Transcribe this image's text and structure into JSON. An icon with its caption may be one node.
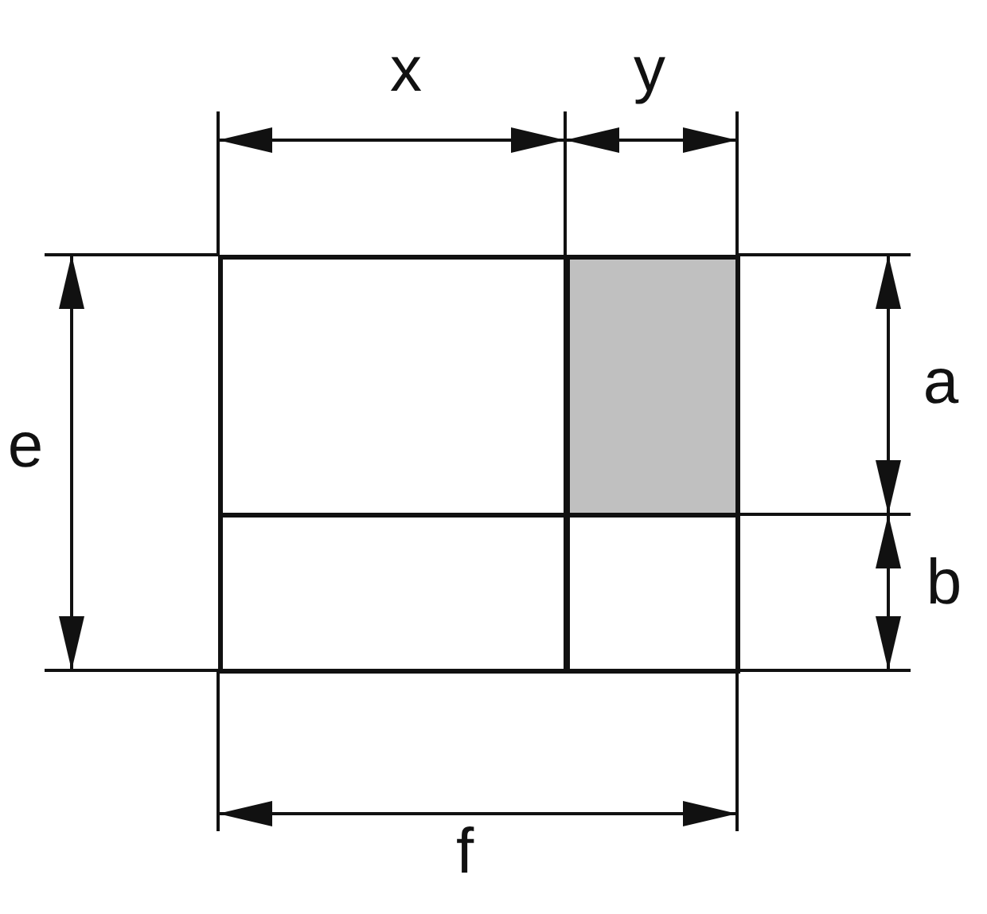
{
  "diagram": {
    "labels": [
      "x",
      "y",
      "e",
      "a",
      "b",
      "f"
    ]
  }
}
